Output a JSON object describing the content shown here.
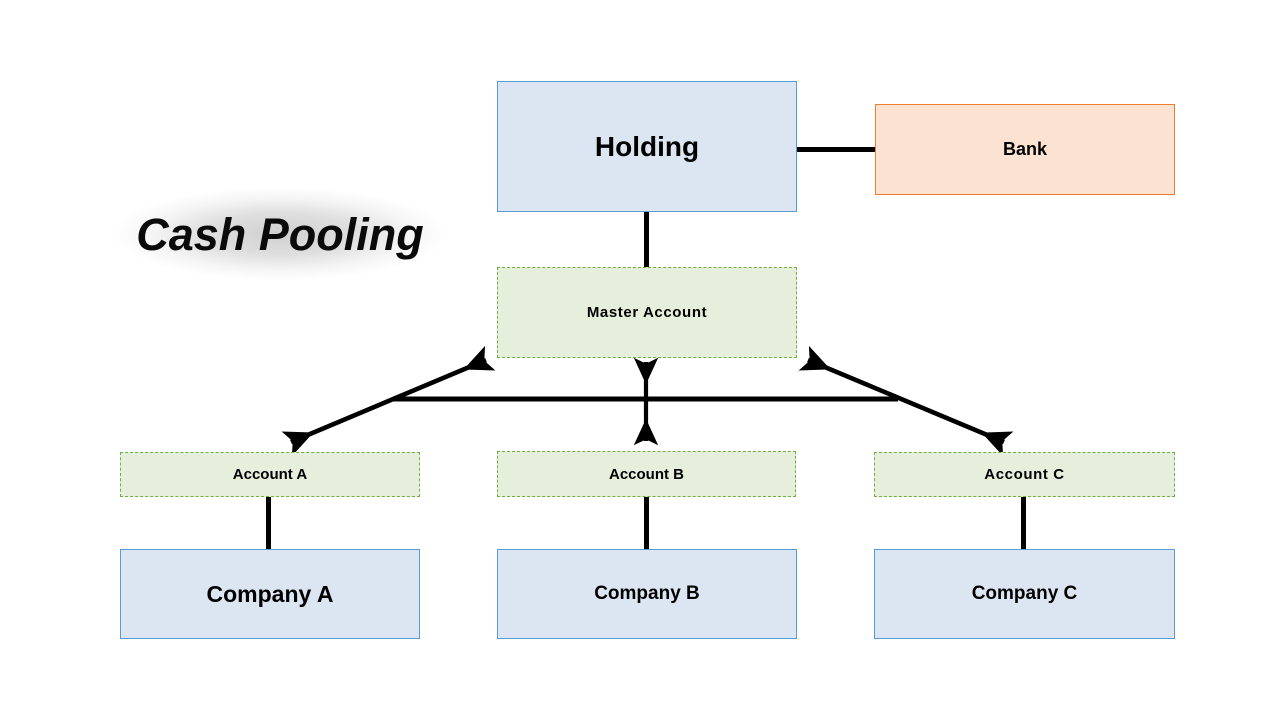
{
  "title": {
    "text": "Cash Pooling"
  },
  "palette": {
    "entity_fill": "#dce6f2",
    "entity_border": "#5b9bd5",
    "bank_fill": "#fbe2d1",
    "bank_border": "#ed7d31",
    "account_fill": "#e6efdc",
    "account_border": "#70ad47",
    "connector": "#000000",
    "background": "#ffffff",
    "text": "#000000"
  },
  "nodes": {
    "holding": {
      "label": "Holding",
      "type": "entity"
    },
    "bank": {
      "label": "Bank",
      "type": "bank"
    },
    "master_account": {
      "label": "Master  Account",
      "type": "account"
    },
    "account_a": {
      "label": "Account A",
      "type": "account"
    },
    "account_b": {
      "label": "Account B",
      "type": "account"
    },
    "account_c": {
      "label": "Account C",
      "type": "account"
    },
    "company_a": {
      "label": "Company A",
      "type": "entity"
    },
    "company_b": {
      "label": "Company B",
      "type": "entity"
    },
    "company_c": {
      "label": "Company C",
      "type": "entity"
    }
  },
  "connections": [
    {
      "name": "holding-to-bank",
      "from": "holding",
      "to": "bank",
      "style": "plain-line",
      "direction": "none"
    },
    {
      "name": "holding-to-master-account",
      "from": "holding",
      "to": "master_account",
      "style": "plain-line",
      "direction": "none"
    },
    {
      "name": "account-a-to-master-account",
      "from": "account_a",
      "to": "master_account",
      "style": "arrow",
      "direction": "both"
    },
    {
      "name": "account-b-to-master-account",
      "from": "account_b",
      "to": "master_account",
      "style": "arrow",
      "direction": "both"
    },
    {
      "name": "account-c-to-master-account",
      "from": "account_c",
      "to": "master_account",
      "style": "arrow",
      "direction": "both"
    },
    {
      "name": "account-a-to-company-a",
      "from": "account_a",
      "to": "company_a",
      "style": "plain-line",
      "direction": "none"
    },
    {
      "name": "account-b-to-company-b",
      "from": "account_b",
      "to": "company_b",
      "style": "plain-line",
      "direction": "none"
    },
    {
      "name": "account-c-to-company-c",
      "from": "account_c",
      "to": "company_c",
      "style": "plain-line",
      "direction": "none"
    },
    {
      "name": "accounts-crossbar",
      "from": "account_a",
      "to": "account_c",
      "style": "plain-line",
      "direction": "none"
    }
  ]
}
